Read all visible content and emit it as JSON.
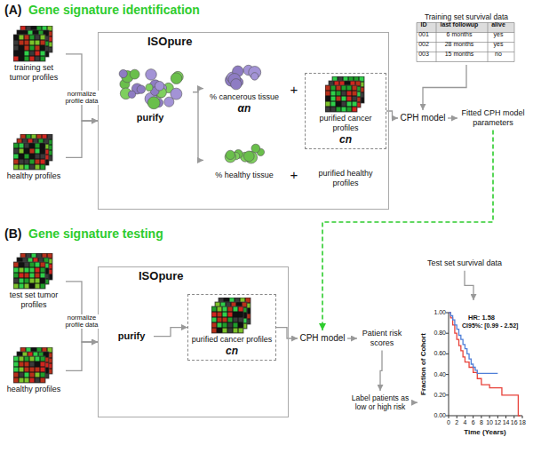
{
  "diagram": {
    "nodes": [
      {
        "text": [
          "training set tumor profiles"
        ]
      },
      {
        "text": [
          "healthy profiles"
        ]
      },
      {
        "text": [
          "ISOpure"
        ]
      },
      {
        "text": [
          "purify"
        ],
        "in": 2
      },
      {
        "text": [
          "% cancerous tissue",
          "αn"
        ],
        "in": 2
      },
      {
        "text": [
          "purified cancer profiles",
          "cn"
        ],
        "in": 2
      },
      {
        "text": [
          "% healthy tissue"
        ],
        "in": 2
      },
      {
        "text": [
          "purified healthy profiles"
        ],
        "in": 2
      },
      {
        "text": [
          "Training set survival data"
        ]
      },
      {
        "text": [
          "CPH model"
        ]
      },
      {
        "text": [
          "Fitted CPH model parameters"
        ]
      },
      {
        "text": [
          "test set tumor profiles"
        ]
      },
      {
        "text": [
          "healthy profiles"
        ]
      },
      {
        "text": [
          "ISOpure"
        ]
      },
      {
        "text": [
          "purify"
        ],
        "in": 13
      },
      {
        "text": [
          "purified cancer profiles",
          "cn"
        ],
        "in": 13
      },
      {
        "text": [
          "CPH model"
        ]
      },
      {
        "text": [
          "Patient risk scores"
        ]
      },
      {
        "text": [
          "Label patients as low or high risk"
        ]
      },
      {
        "text": [
          "Test set survival data"
        ]
      },
      {
        "text": [
          "HR: 1.58",
          "CI95%: [0.99 - 2.52]"
        ]
      }
    ],
    "edges": [
      {
        "from": 0,
        "to": 2,
        "arrow": "to",
        "label": "normalize profile data"
      },
      {
        "from": 1,
        "to": 2,
        "arrow": "to"
      },
      {
        "from": 3,
        "to": 4,
        "arrow": "to"
      },
      {
        "from": 3,
        "to": 6,
        "arrow": "to"
      },
      {
        "from": 5,
        "to": 9,
        "arrow": "to"
      },
      {
        "from": 8,
        "to": 9,
        "arrow": "to"
      },
      {
        "from": 9,
        "to": 10,
        "arrow": "to"
      },
      {
        "from": 10,
        "to": 16,
        "arrow": "to"
      },
      {
        "from": 11,
        "to": 13,
        "arrow": "to",
        "label": "normalize profile data"
      },
      {
        "from": 12,
        "to": 13,
        "arrow": "to"
      },
      {
        "from": 14,
        "to": 15,
        "arrow": "to"
      },
      {
        "from": 15,
        "to": 16,
        "arrow": "to"
      },
      {
        "from": 16,
        "to": 17,
        "arrow": "to"
      },
      {
        "from": 17,
        "to": 18,
        "arrow": "to"
      },
      {
        "from": 19,
        "to": 20,
        "arrow": "to"
      },
      {
        "from": 18,
        "to": 20,
        "arrow": "to"
      }
    ],
    "labels": [
      "(A)",
      "Gene signature identification",
      "+",
      "+",
      "ID",
      "last followup",
      "alive",
      "001",
      "6 months",
      "yes",
      "002",
      "28 months",
      "yes",
      "003",
      "15 months",
      "no",
      "(B)",
      "Gene signature testing",
      "0",
      "2",
      "4",
      "6",
      "8",
      "10",
      "12",
      "14",
      "16",
      "18",
      "1.00",
      "0.80",
      "0.60",
      "0.40",
      "0.20",
      "0.00",
      "Time (Years)",
      "Fraction of Cohort"
    ]
  }
}
